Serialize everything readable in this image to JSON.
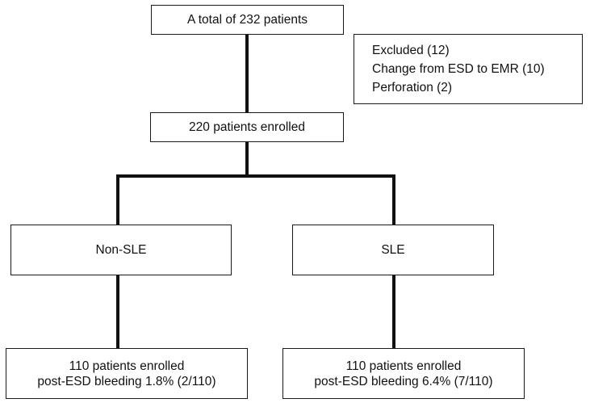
{
  "flowchart": {
    "total": {
      "text": "A total of 232 patients"
    },
    "excluded": {
      "lines": [
        "Excluded (12)",
        "Change from ESD to EMR (10)",
        "Perforation (2)"
      ]
    },
    "enrolled": {
      "text": "220 patients enrolled"
    },
    "non_sle": {
      "text": "Non-SLE"
    },
    "sle": {
      "text": "SLE"
    },
    "non_sle_result": {
      "line1": "110 patients enrolled",
      "line2": "post-ESD bleeding 1.8% (2/110)"
    },
    "sle_result": {
      "line1": "110 patients enrolled",
      "line2": "post-ESD bleeding 6.4% (7/110)"
    }
  },
  "style": {
    "stroke_color": "#111111",
    "box_fill": "#ffffff"
  }
}
